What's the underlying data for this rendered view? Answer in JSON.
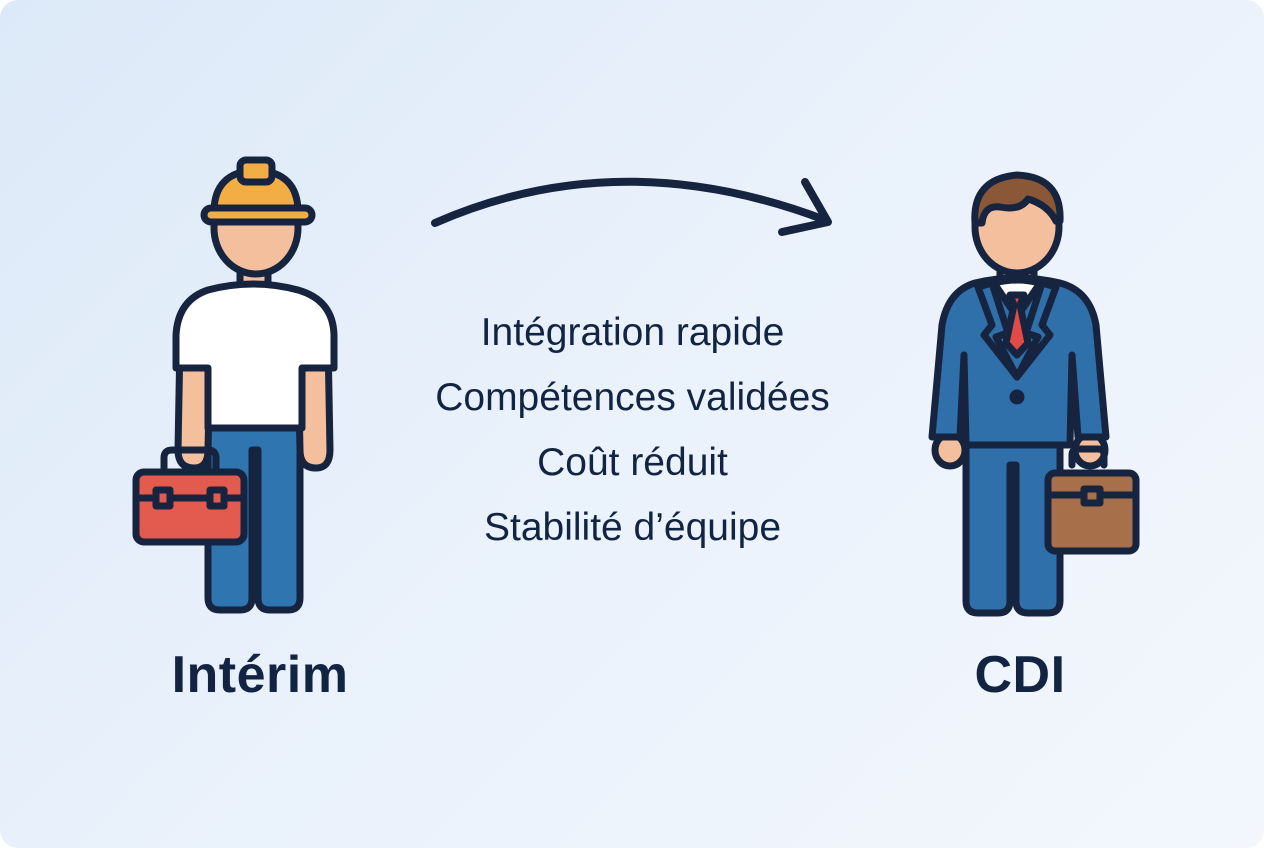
{
  "left_role": {
    "label": "Intérim",
    "icon": "construction-worker-icon"
  },
  "right_role": {
    "label": "CDI",
    "icon": "businessman-icon"
  },
  "transition": {
    "icon": "curved-arrow-right-icon",
    "benefits": [
      "Intégration rapide",
      "Compétences validées",
      "Coût réduit",
      "Stabilité d’équipe"
    ]
  },
  "colors": {
    "outline": "#16243f",
    "text": "#132443",
    "helmet": "#f2ae45",
    "skin": "#f3bf9c",
    "shirt": "#ffffff",
    "jeans": "#2f75b0",
    "toolbox": "#e35a4f",
    "suit": "#2f6faa",
    "tie": "#e14b47",
    "hair": "#8a5836",
    "briefcase": "#a8704a"
  }
}
